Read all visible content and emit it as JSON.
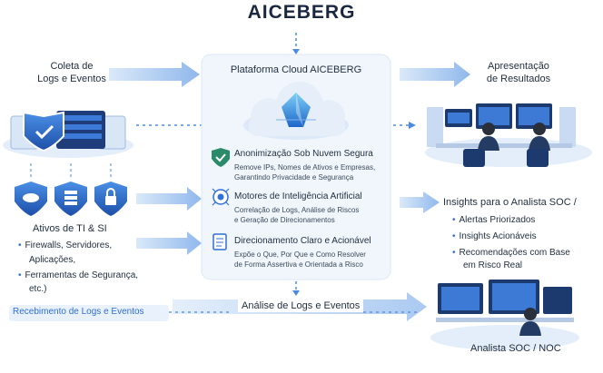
{
  "title": "AICEBERG",
  "left": {
    "collection_label": "Coleta de\nLogs e Eventos",
    "assets_title": "Ativos de TI & SI",
    "assets_items": [
      "Firewalls, Servidores,",
      "Aplicações,",
      "Ferramentas de Segurança,",
      "etc.)"
    ],
    "receipt_label": "Recebimento de Logs e Eventos"
  },
  "platform": {
    "title": "Plataforma Cloud AICEBERG",
    "features": [
      {
        "title": "Anonimização Sob Nuvem Segura",
        "desc": [
          "Remove IPs, Nomes de Ativos e Empresas,",
          "Garantindo Privacidade e Segurança"
        ]
      },
      {
        "title": "Motores de Inteligência Artificial",
        "desc": [
          "Correlação de Logs, Análise de Riscos",
          "e Geração de Direcionamentos"
        ]
      },
      {
        "title": "Direcionamento Claro e Acionável",
        "desc": [
          "Expõe o Que, Por Que e Como Resolver",
          "de Forma Assertiva e Orientada a Risco"
        ]
      }
    ]
  },
  "bottom_label": "Análise de Logs e Eventos",
  "right": {
    "presentation_label": "Apresentação\nde Resultados",
    "insights_title": "Insights para o Analista SOC /",
    "insights_items": [
      "Alertas Priorizados",
      "Insights Acionáveis",
      "Recomendações com Base",
      "em Risco Real"
    ],
    "noc_label": "Analista SOC / NOC"
  },
  "colors": {
    "accent": "#2f6fd6",
    "arrow": "#a9c8ef",
    "dashed": "#4a8be0",
    "panel": "#eef4fb"
  }
}
